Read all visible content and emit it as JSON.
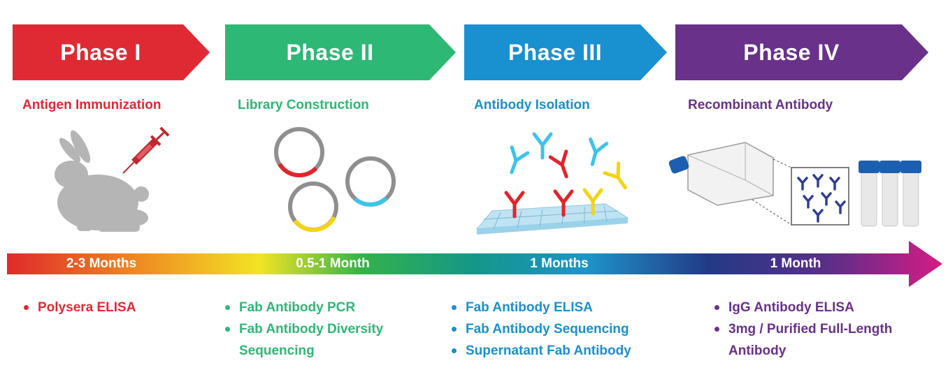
{
  "colors": {
    "phase1": "#df2a34",
    "phase2": "#2db875",
    "phase3": "#1990cf",
    "phase4": "#69318a"
  },
  "phases": [
    {
      "title": "Phase I",
      "subtitle": "Antigen Immunization",
      "duration": "2-3 Months",
      "items": [
        "Polysera ELISA"
      ],
      "icon": "rabbit-syringe-icon"
    },
    {
      "title": "Phase II",
      "subtitle": "Library Construction",
      "duration": "0.5-1 Month",
      "items": [
        "Fab Antibody PCR",
        "Fab Antibody Diversity Sequencing"
      ],
      "icon": "plasmid-rings-icon"
    },
    {
      "title": "Phase III",
      "subtitle": "Antibody Isolation",
      "duration": "1 Months",
      "items": [
        "Fab Antibody ELISA",
        "Fab Antibody Sequencing",
        "Supernatant Fab Antibody"
      ],
      "icon": "antibody-plate-icon"
    },
    {
      "title": "Phase IV",
      "subtitle": "Recombinant Antibody",
      "duration": "1 Month",
      "items": [
        "IgG Antibody ELISA",
        "3mg / Purified Full-Length Antibody"
      ],
      "icon": "flask-tubes-icon"
    }
  ]
}
